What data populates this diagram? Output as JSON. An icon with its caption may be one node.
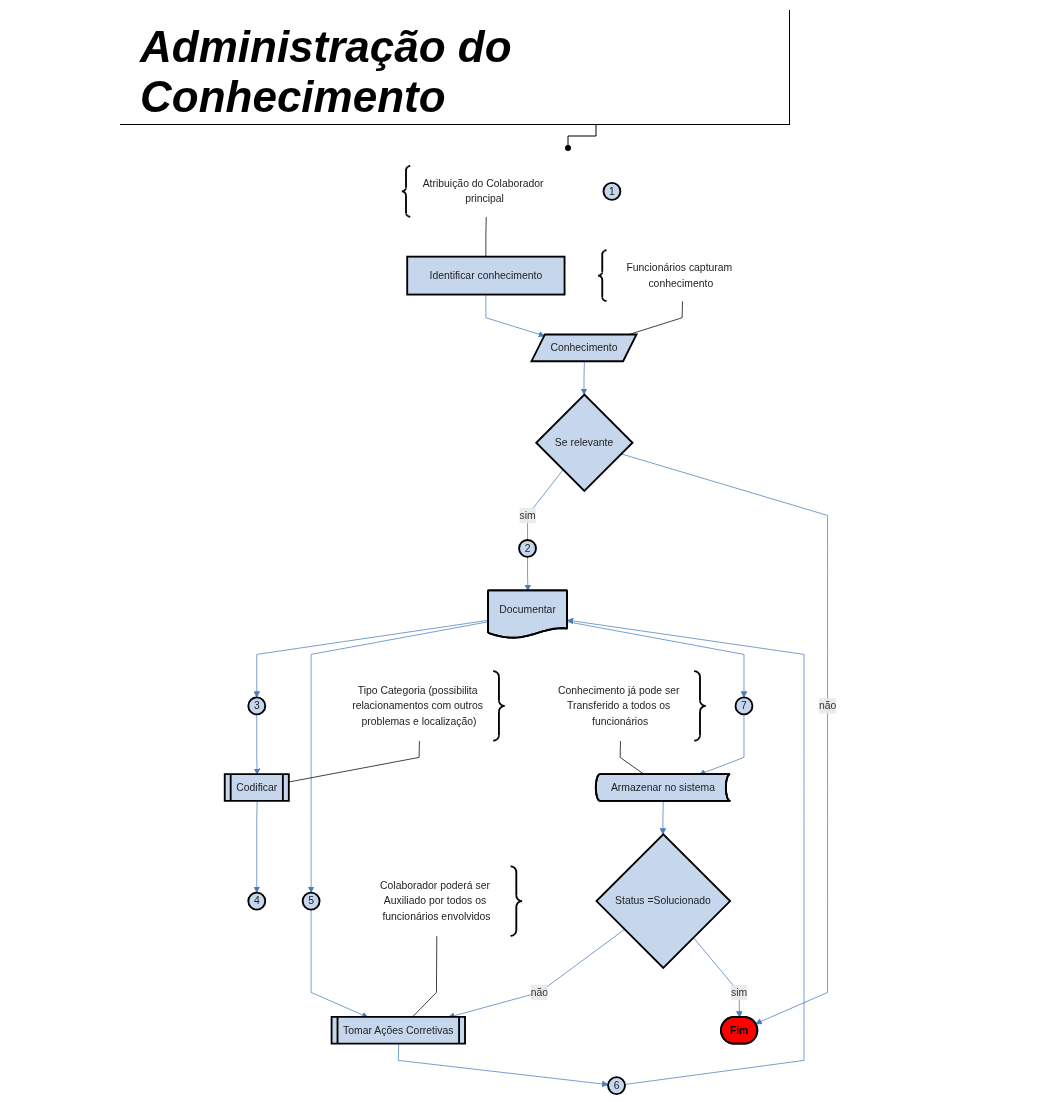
{
  "diagram": {
    "title": "Administração do Conhecimento",
    "nodes": [
      {
        "text": [
          "Identificar conhecimento"
        ]
      },
      {
        "text": [
          "Atribuição do Colaborador principal"
        ]
      },
      {
        "text": [
          "1"
        ]
      },
      {
        "text": [
          "Conhecimento"
        ]
      },
      {
        "text": [
          "Funcionários capturam conhecimento"
        ]
      },
      {
        "text": [
          "Se relevante"
        ]
      },
      {
        "text": [
          "2"
        ]
      },
      {
        "text": [
          "Documentar"
        ]
      },
      {
        "text": [
          "4"
        ]
      },
      {
        "text": [
          "Codificar"
        ]
      },
      {
        "text": [
          "3"
        ]
      },
      {
        "text": [
          "7"
        ]
      },
      {
        "text": [
          "5"
        ]
      },
      {
        "text": [
          "6"
        ]
      },
      {
        "text": [
          "Armazenar no sistema"
        ]
      },
      {
        "text": [
          "Tomar Ações Corretivas"
        ]
      },
      {
        "text": [
          "Tipo Categoria (possibilita relacionamentos com outros problemas e localização)"
        ]
      },
      {
        "text": [
          "Conhecimento já pode ser Transferido a todos os funcionários"
        ]
      },
      {
        "text": [
          "Colaborador poderá ser Auxiliado por todos os funcionários envolvidos"
        ]
      },
      {
        "text": [
          "Status =Solucionado"
        ]
      },
      {
        "text": [
          "Fim"
        ]
      }
    ],
    "edges": [
      {
        "from": 1,
        "to": 0,
        "arrow": "none",
        "color": "#000000"
      },
      {
        "from": 0,
        "to": 3,
        "arrow": "to"
      },
      {
        "from": 4,
        "to": 3,
        "arrow": "none",
        "color": "#000000"
      },
      {
        "from": 3,
        "to": 5,
        "arrow": "to"
      },
      {
        "from": 5,
        "to": 6,
        "arrow": "none",
        "label": "sim"
      },
      {
        "from": 6,
        "to": 7,
        "arrow": "to"
      },
      {
        "from": 5,
        "to": 20,
        "arrow": "to",
        "label": "não"
      },
      {
        "from": 7,
        "to": 10,
        "arrow": "to"
      },
      {
        "from": 9,
        "to": 8,
        "arrow": "to"
      },
      {
        "from": 10,
        "to": 9,
        "arrow": "to"
      },
      {
        "from": 7,
        "to": 12,
        "arrow": "to"
      },
      {
        "from": 12,
        "to": 15,
        "arrow": "to"
      },
      {
        "from": 15,
        "to": 13,
        "arrow": "to"
      },
      {
        "from": 13,
        "to": 7,
        "arrow": "to"
      },
      {
        "from": 7,
        "to": 11,
        "arrow": "to"
      },
      {
        "from": 11,
        "to": 14,
        "arrow": "to"
      },
      {
        "from": 14,
        "to": 19,
        "arrow": "to"
      },
      {
        "from": 19,
        "to": 15,
        "arrow": "to",
        "label": "não"
      },
      {
        "from": 19,
        "to": 20,
        "arrow": "to",
        "label": "sim"
      },
      {
        "from": 16,
        "to": 9,
        "arrow": "none",
        "color": "#000000"
      },
      {
        "from": 17,
        "to": 14,
        "arrow": "none",
        "color": "#000000"
      },
      {
        "from": 18,
        "to": 15,
        "arrow": "none",
        "color": "#000000"
      }
    ]
  }
}
